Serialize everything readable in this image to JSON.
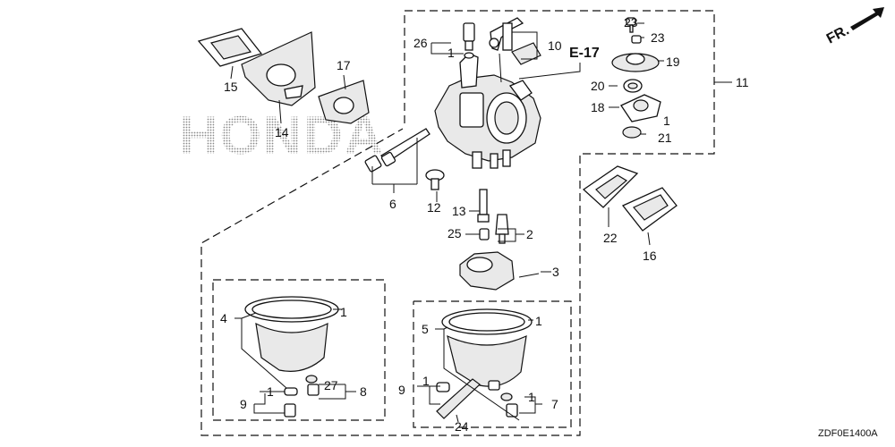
{
  "watermark": "HONDA",
  "diagram_code": "ZDF0E1400A",
  "front_indicator": "FR.",
  "ref_label": "E-17",
  "callouts": [
    {
      "id": "c1a",
      "text": "1"
    },
    {
      "id": "c1b",
      "text": "1"
    },
    {
      "id": "c1c",
      "text": "1"
    },
    {
      "id": "c1d",
      "text": "1"
    },
    {
      "id": "c1e",
      "text": "1"
    },
    {
      "id": "c1f",
      "text": "1"
    },
    {
      "id": "c1g",
      "text": "1"
    },
    {
      "id": "c2",
      "text": "2"
    },
    {
      "id": "c3",
      "text": "3"
    },
    {
      "id": "c4",
      "text": "4"
    },
    {
      "id": "c5",
      "text": "5"
    },
    {
      "id": "c6",
      "text": "6"
    },
    {
      "id": "c7",
      "text": "7"
    },
    {
      "id": "c8",
      "text": "8"
    },
    {
      "id": "c9a",
      "text": "9"
    },
    {
      "id": "c9b",
      "text": "9"
    },
    {
      "id": "c10",
      "text": "10"
    },
    {
      "id": "c11",
      "text": "11"
    },
    {
      "id": "c12",
      "text": "12"
    },
    {
      "id": "c13",
      "text": "13"
    },
    {
      "id": "c14",
      "text": "14"
    },
    {
      "id": "c15",
      "text": "15"
    },
    {
      "id": "c16",
      "text": "16"
    },
    {
      "id": "c17",
      "text": "17"
    },
    {
      "id": "c18",
      "text": "18"
    },
    {
      "id": "c19",
      "text": "19"
    },
    {
      "id": "c20",
      "text": "20"
    },
    {
      "id": "c21",
      "text": "21"
    },
    {
      "id": "c22",
      "text": "22"
    },
    {
      "id": "c23a",
      "text": "23"
    },
    {
      "id": "c23b",
      "text": "23"
    },
    {
      "id": "c24",
      "text": "24"
    },
    {
      "id": "c25",
      "text": "25"
    },
    {
      "id": "c26",
      "text": "26"
    },
    {
      "id": "c27",
      "text": "27"
    }
  ]
}
